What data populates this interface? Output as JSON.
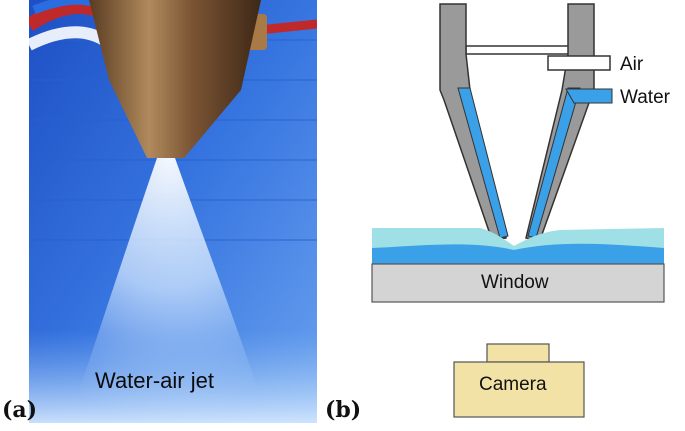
{
  "panels": {
    "a": {
      "label": "(a)",
      "caption": "Water-air jet"
    },
    "b": {
      "label": "(b)",
      "labels": {
        "air": "Air",
        "water": "Water",
        "window": "Window",
        "camera": "Camera"
      }
    }
  },
  "colors": {
    "nozzle_gray": "#9a9a9a",
    "water_blue": "#3aa0e8",
    "water_light": "#9fe0e6",
    "window_gray": "#d4d4d4",
    "camera_fill": "#f2e2a6",
    "photo_background": "#2f67d8"
  }
}
